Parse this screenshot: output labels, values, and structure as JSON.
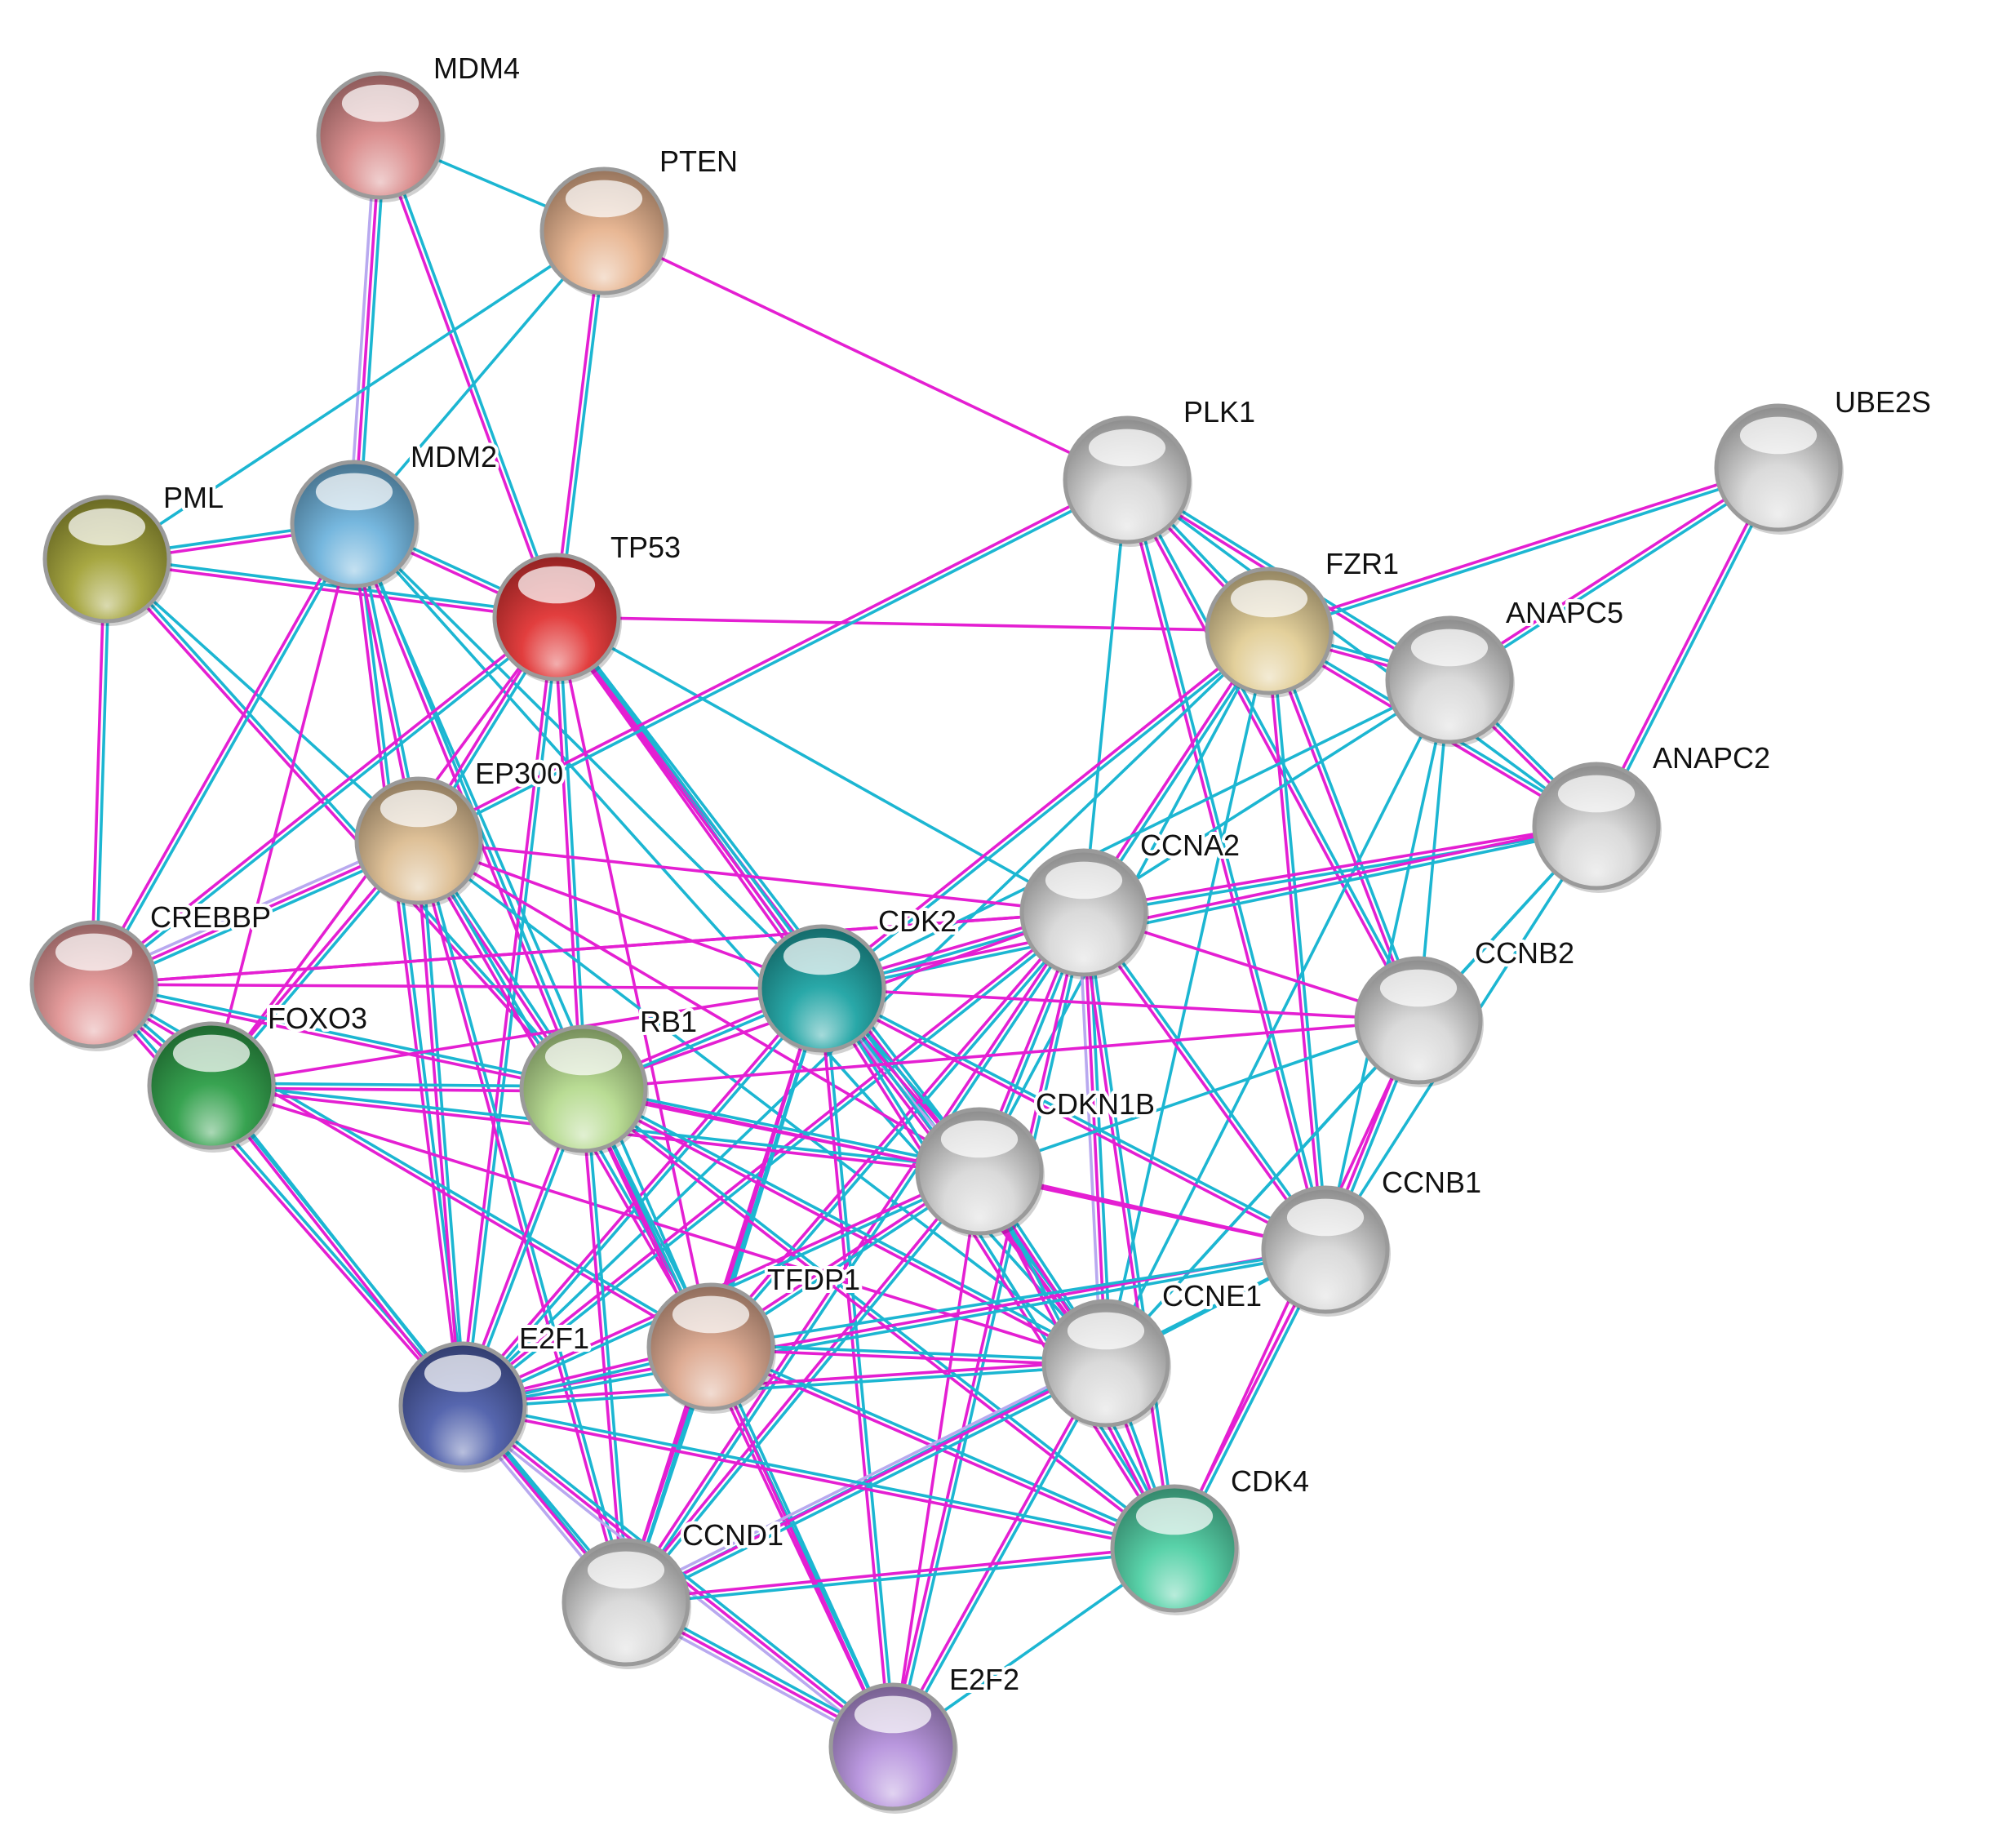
{
  "nodes": [
    {
      "id": "MDM4",
      "label": "MDM4",
      "color": "#d98a8a"
    },
    {
      "id": "PTEN",
      "label": "PTEN",
      "color": "#e7b38e"
    },
    {
      "id": "PML",
      "label": "PML",
      "color": "#a2a238"
    },
    {
      "id": "MDM2",
      "label": "MDM2",
      "color": "#6fb3dc"
    },
    {
      "id": "TP53",
      "label": "TP53",
      "color": "#e03434"
    },
    {
      "id": "PLK1",
      "label": "PLK1",
      "color": "#d8d8d8"
    },
    {
      "id": "UBE2S",
      "label": "UBE2S",
      "color": "#d8d8d8"
    },
    {
      "id": "FZR1",
      "label": "FZR1",
      "color": "#e2cd96"
    },
    {
      "id": "ANAPC5",
      "label": "ANAPC5",
      "color": "#d8d8d8"
    },
    {
      "id": "ANAPC2",
      "label": "ANAPC2",
      "color": "#d8d8d8"
    },
    {
      "id": "EP300",
      "label": "EP300",
      "color": "#dcbd92"
    },
    {
      "id": "CCNA2",
      "label": "CCNA2",
      "color": "#d8d8d8"
    },
    {
      "id": "CREBBP",
      "label": "CREBBP",
      "color": "#e29595"
    },
    {
      "id": "CDK2",
      "label": "CDK2",
      "color": "#1ea3a3"
    },
    {
      "id": "CCNB2",
      "label": "CCNB2",
      "color": "#d8d8d8"
    },
    {
      "id": "FOXO3",
      "label": "FOXO3",
      "color": "#2e9e48"
    },
    {
      "id": "RB1",
      "label": "RB1",
      "color": "#b5da8e"
    },
    {
      "id": "CDKN1B",
      "label": "CDKN1B",
      "color": "#d8d8d8"
    },
    {
      "id": "CCNB1",
      "label": "CCNB1",
      "color": "#d8d8d8"
    },
    {
      "id": "TFDP1",
      "label": "TFDP1",
      "color": "#dca88e"
    },
    {
      "id": "CCNE1",
      "label": "CCNE1",
      "color": "#d8d8d8"
    },
    {
      "id": "E2F1",
      "label": "E2F1",
      "color": "#4d5eaa"
    },
    {
      "id": "CDK4",
      "label": "CDK4",
      "color": "#50d0a4"
    },
    {
      "id": "CCND1",
      "label": "CCND1",
      "color": "#d8d8d8"
    },
    {
      "id": "E2F2",
      "label": "E2F2",
      "color": "#b592dc"
    }
  ],
  "edge_colors": {
    "cyan": "#1cb6d2",
    "magenta": "#e41fd2",
    "lavender": "#b8a9ef"
  },
  "edges": [
    [
      "MDM4",
      "PTEN",
      "c"
    ],
    [
      "MDM4",
      "MDM2",
      "cml"
    ],
    [
      "MDM4",
      "TP53",
      "cm"
    ],
    [
      "PTEN",
      "MDM2",
      "c"
    ],
    [
      "PTEN",
      "TP53",
      "cm"
    ],
    [
      "PTEN",
      "PML",
      "c"
    ],
    [
      "PTEN",
      "PLK1",
      "m"
    ],
    [
      "PML",
      "MDM2",
      "cm"
    ],
    [
      "PML",
      "TP53",
      "cm"
    ],
    [
      "PML",
      "CREBBP",
      "cm"
    ],
    [
      "PML",
      "RB1",
      "cm"
    ],
    [
      "PML",
      "EP300",
      "c"
    ],
    [
      "MDM2",
      "TP53",
      "cm"
    ],
    [
      "MDM2",
      "CREBBP",
      "cm"
    ],
    [
      "MDM2",
      "FOXO3",
      "m"
    ],
    [
      "MDM2",
      "RB1",
      "cm"
    ],
    [
      "MDM2",
      "E2F1",
      "cm"
    ],
    [
      "MDM2",
      "CDK2",
      "c"
    ],
    [
      "MDM2",
      "TFDP1",
      "c"
    ],
    [
      "MDM2",
      "EP300",
      "cm"
    ],
    [
      "MDM2",
      "CCNE1",
      "c"
    ],
    [
      "TP53",
      "EP300",
      "cm"
    ],
    [
      "TP53",
      "CREBBP",
      "cm"
    ],
    [
      "TP53",
      "CDK2",
      "cm"
    ],
    [
      "TP53",
      "RB1",
      "cm"
    ],
    [
      "TP53",
      "E2F1",
      "cm"
    ],
    [
      "TP53",
      "CCNA2",
      "c"
    ],
    [
      "TP53",
      "FZR1",
      "m"
    ],
    [
      "TP53",
      "CDKN1B",
      "cm"
    ],
    [
      "TP53",
      "CCNE1",
      "cm"
    ],
    [
      "TP53",
      "FOXO3",
      "m"
    ],
    [
      "TP53",
      "TFDP1",
      "m"
    ],
    [
      "PLK1",
      "FZR1",
      "cm"
    ],
    [
      "PLK1",
      "ANAPC5",
      "cm"
    ],
    [
      "PLK1",
      "CCNB1",
      "cm"
    ],
    [
      "PLK1",
      "CCNB2",
      "cm"
    ],
    [
      "PLK1",
      "CCNA2",
      "c"
    ],
    [
      "PLK1",
      "EP300",
      "cm"
    ],
    [
      "PLK1",
      "ANAPC2",
      "c"
    ],
    [
      "UBE2S",
      "FZR1",
      "cm"
    ],
    [
      "UBE2S",
      "ANAPC5",
      "cm"
    ],
    [
      "UBE2S",
      "ANAPC2",
      "cm"
    ],
    [
      "FZR1",
      "ANAPC5",
      "cm"
    ],
    [
      "FZR1",
      "ANAPC2",
      "cm"
    ],
    [
      "FZR1",
      "CCNA2",
      "cm"
    ],
    [
      "FZR1",
      "CDK2",
      "cm"
    ],
    [
      "FZR1",
      "CCNB1",
      "cm"
    ],
    [
      "FZR1",
      "CCNB2",
      "cm"
    ],
    [
      "FZR1",
      "CDKN1B",
      "c"
    ],
    [
      "FZR1",
      "CCNE1",
      "c"
    ],
    [
      "FZR1",
      "E2F1",
      "c"
    ],
    [
      "ANAPC5",
      "ANAPC2",
      "cm"
    ],
    [
      "ANAPC5",
      "CCNA2",
      "c"
    ],
    [
      "ANAPC5",
      "CCNB1",
      "c"
    ],
    [
      "ANAPC5",
      "CCNB2",
      "c"
    ],
    [
      "ANAPC5",
      "CDK2",
      "c"
    ],
    [
      "ANAPC5",
      "CCNE1",
      "c"
    ],
    [
      "ANAPC2",
      "CCNA2",
      "cm"
    ],
    [
      "ANAPC2",
      "CDK2",
      "cm"
    ],
    [
      "ANAPC2",
      "CCNB1",
      "c"
    ],
    [
      "ANAPC2",
      "CCNB2",
      "c"
    ],
    [
      "ANAPC2",
      "CCNE1",
      "c"
    ],
    [
      "EP300",
      "CREBBP",
      "cml"
    ],
    [
      "EP300",
      "FOXO3",
      "cm"
    ],
    [
      "EP300",
      "RB1",
      "cm"
    ],
    [
      "EP300",
      "E2F1",
      "cm"
    ],
    [
      "EP300",
      "TFDP1",
      "cm"
    ],
    [
      "EP300",
      "CDK2",
      "m"
    ],
    [
      "EP300",
      "CCND1",
      "cm"
    ],
    [
      "EP300",
      "CDKN1B",
      "m"
    ],
    [
      "EP300",
      "CCNE1",
      "c"
    ],
    [
      "EP300",
      "CCNA2",
      "m"
    ],
    [
      "CCNA2",
      "CDK2",
      "cm"
    ],
    [
      "CCNA2",
      "CCNB1",
      "cm"
    ],
    [
      "CCNA2",
      "CCNB2",
      "m"
    ],
    [
      "CCNA2",
      "CDKN1B",
      "cm"
    ],
    [
      "CCNA2",
      "CCNE1",
      "cml"
    ],
    [
      "CCNA2",
      "CDK4",
      "cm"
    ],
    [
      "CCNA2",
      "E2F1",
      "cm"
    ],
    [
      "CCNA2",
      "TFDP1",
      "cm"
    ],
    [
      "CCNA2",
      "RB1",
      "m"
    ],
    [
      "CCNA2",
      "CCND1",
      "cm"
    ],
    [
      "CCNA2",
      "E2F2",
      "cm"
    ],
    [
      "CCNA2",
      "CREBBP",
      "m"
    ],
    [
      "CREBBP",
      "FOXO3",
      "cm"
    ],
    [
      "CREBBP",
      "RB1",
      "cm"
    ],
    [
      "CREBBP",
      "E2F1",
      "cm"
    ],
    [
      "CREBBP",
      "CDK2",
      "m"
    ],
    [
      "CREBBP",
      "TFDP1",
      "cm"
    ],
    [
      "CREBBP",
      "CCNA2",
      "m"
    ],
    [
      "CDK2",
      "RB1",
      "cm"
    ],
    [
      "CDK2",
      "CDKN1B",
      "cml"
    ],
    [
      "CDK2",
      "CCNE1",
      "cm"
    ],
    [
      "CDK2",
      "CDK4",
      "cm"
    ],
    [
      "CDK2",
      "E2F1",
      "cm"
    ],
    [
      "CDK2",
      "TFDP1",
      "cm"
    ],
    [
      "CDK2",
      "CCND1",
      "cm"
    ],
    [
      "CDK2",
      "E2F2",
      "cm"
    ],
    [
      "CDK2",
      "CCNB1",
      "cm"
    ],
    [
      "CDK2",
      "CCNB2",
      "m"
    ],
    [
      "CDK2",
      "FOXO3",
      "m"
    ],
    [
      "CCNB2",
      "CCNB1",
      "cm"
    ],
    [
      "CCNB2",
      "CDKN1B",
      "c"
    ],
    [
      "CCNB2",
      "CCNE1",
      "c"
    ],
    [
      "CCNB2",
      "CDK4",
      "m"
    ],
    [
      "CCNB2",
      "RB1",
      "m"
    ],
    [
      "FOXO3",
      "RB1",
      "cm"
    ],
    [
      "FOXO3",
      "E2F1",
      "cm"
    ],
    [
      "FOXO3",
      "CDKN1B",
      "cm"
    ],
    [
      "FOXO3",
      "CCNE1",
      "m"
    ],
    [
      "FOXO3",
      "CCND1",
      "c"
    ],
    [
      "RB1",
      "E2F1",
      "cm"
    ],
    [
      "RB1",
      "TFDP1",
      "cm"
    ],
    [
      "RB1",
      "CDKN1B",
      "cm"
    ],
    [
      "RB1",
      "CCNE1",
      "cm"
    ],
    [
      "RB1",
      "CDK4",
      "cm"
    ],
    [
      "RB1",
      "CCND1",
      "cm"
    ],
    [
      "RB1",
      "E2F2",
      "cm"
    ],
    [
      "RB1",
      "CCNB1",
      "m"
    ],
    [
      "CDKN1B",
      "CCNE1",
      "cm"
    ],
    [
      "CDKN1B",
      "CDK4",
      "cm"
    ],
    [
      "CDKN1B",
      "CCND1",
      "cm"
    ],
    [
      "CDKN1B",
      "E2F1",
      "cm"
    ],
    [
      "CDKN1B",
      "TFDP1",
      "cm"
    ],
    [
      "CDKN1B",
      "E2F2",
      "m"
    ],
    [
      "CDKN1B",
      "CCNB1",
      "m"
    ],
    [
      "CCNB1",
      "CCNE1",
      "c"
    ],
    [
      "CCNB1",
      "CDK4",
      "cm"
    ],
    [
      "CCNB1",
      "E2F1",
      "cm"
    ],
    [
      "CCNB1",
      "TFDP1",
      "c"
    ],
    [
      "CCNB1",
      "CCND1",
      "c"
    ],
    [
      "TFDP1",
      "E2F1",
      "cm"
    ],
    [
      "TFDP1",
      "E2F2",
      "cm"
    ],
    [
      "TFDP1",
      "CCNE1",
      "cm"
    ],
    [
      "TFDP1",
      "CCND1",
      "cm"
    ],
    [
      "TFDP1",
      "CDK4",
      "cm"
    ],
    [
      "CCNE1",
      "E2F1",
      "cm"
    ],
    [
      "CCNE1",
      "CDK4",
      "cm"
    ],
    [
      "CCNE1",
      "CCND1",
      "cml"
    ],
    [
      "CCNE1",
      "E2F2",
      "cm"
    ],
    [
      "E2F1",
      "CCND1",
      "cml"
    ],
    [
      "E2F1",
      "E2F2",
      "cml"
    ],
    [
      "E2F1",
      "CDK4",
      "cm"
    ],
    [
      "CDK4",
      "CCND1",
      "cm"
    ],
    [
      "CDK4",
      "E2F2",
      "c"
    ],
    [
      "CCND1",
      "E2F2",
      "cml"
    ]
  ]
}
